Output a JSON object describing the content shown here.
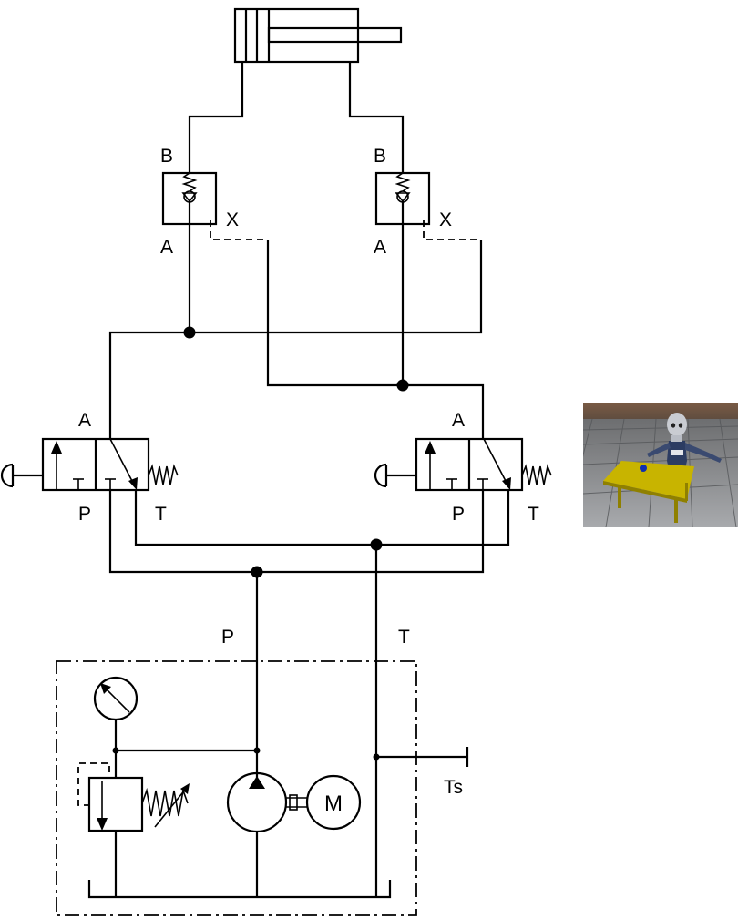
{
  "diagram": {
    "labels": {
      "valve_left": {
        "b": "B",
        "a": "A",
        "x": "X"
      },
      "valve_right": {
        "b": "B",
        "a": "A",
        "x": "X"
      },
      "dcv_left": {
        "a": "A",
        "p": "P",
        "t": "T"
      },
      "dcv_right": {
        "a": "A",
        "p": "P",
        "t": "T"
      },
      "supply_line": "P",
      "return_line": "T",
      "motor": "M",
      "tank_return": "Ts"
    }
  },
  "scene": {
    "colors": {
      "floor": "#8f9194",
      "table": "#c8b400",
      "robot": "#2c3c62",
      "ball": "#1030b0"
    }
  }
}
